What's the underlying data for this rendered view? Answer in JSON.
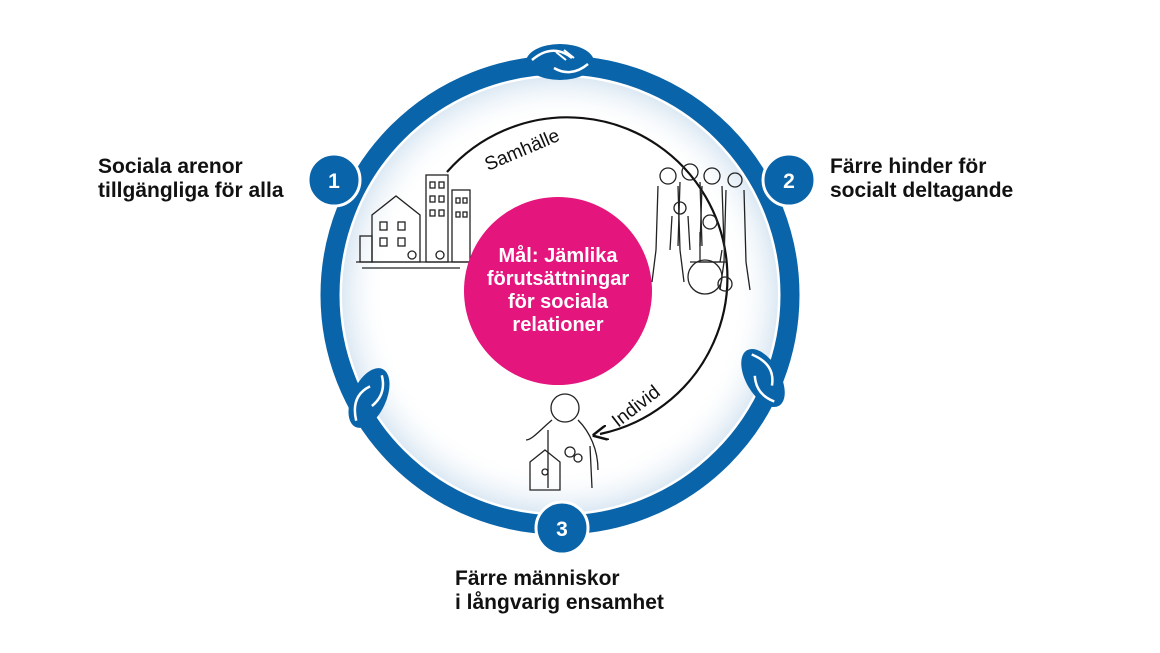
{
  "colors": {
    "ring": "#0a64aa",
    "goal": "#e4157d",
    "text": "#111111",
    "wash": "#d8e6f2"
  },
  "goal": {
    "lines": [
      "Mål: Jämlika",
      "förutsättningar",
      "för sociala",
      "relationer"
    ]
  },
  "arc_labels": {
    "society": "Samhälle",
    "individual": "Individ"
  },
  "steps": [
    {
      "number": "1",
      "lines": [
        "Sociala arenor",
        "tillgängliga för alla"
      ]
    },
    {
      "number": "2",
      "lines": [
        "Färre hinder för",
        "socialt deltagande"
      ]
    },
    {
      "number": "3",
      "lines": [
        "Färre människor",
        "i långvarig ensamhet"
      ]
    }
  ],
  "icons": [
    "handshake-icon",
    "buildings-illustration",
    "people-group-illustration",
    "person-with-birdhouse-illustration"
  ]
}
